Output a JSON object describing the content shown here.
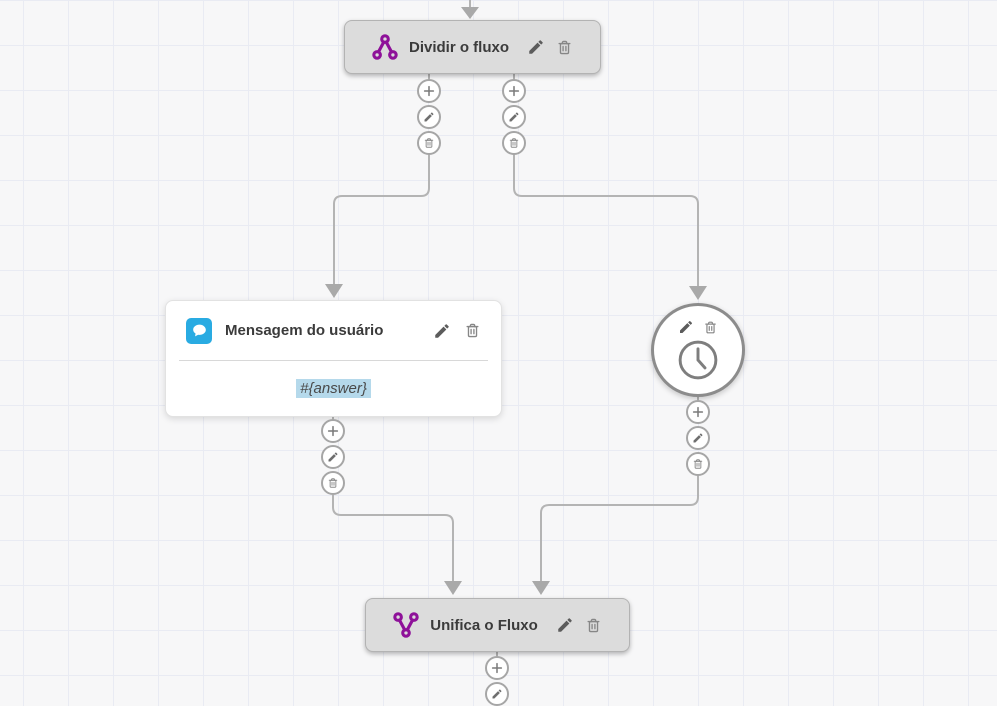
{
  "canvas": {
    "background_color": "#f7f7f8",
    "grid_line_color": "#e9ebf3",
    "connector_color": "#b4b4b4",
    "arrowhead_color": "#a9a9a9"
  },
  "colors": {
    "node_header_bg": "#dcdcdc",
    "node_header_border": "#b3b3b3",
    "purple_accent": "#8e1199",
    "blue_accent": "#29abe2",
    "variable_highlight_bg": "#b5d9eb"
  },
  "nodes": {
    "split": {
      "label": "Dividir o fluxo",
      "icon": "split-flow-icon"
    },
    "message": {
      "label": "Mensagem do usuário",
      "body": "#{answer}",
      "icon": "chat-bubble-icon"
    },
    "timer": {
      "icon": "clock-icon"
    },
    "merge": {
      "label": "Unifica o Fluxo",
      "icon": "merge-flow-icon"
    }
  },
  "node_actions": {
    "edit": "pencil-icon",
    "delete": "trash-icon"
  },
  "branch_actions": {
    "add": "plus-icon",
    "edit": "pencil-icon",
    "delete": "trash-icon"
  }
}
